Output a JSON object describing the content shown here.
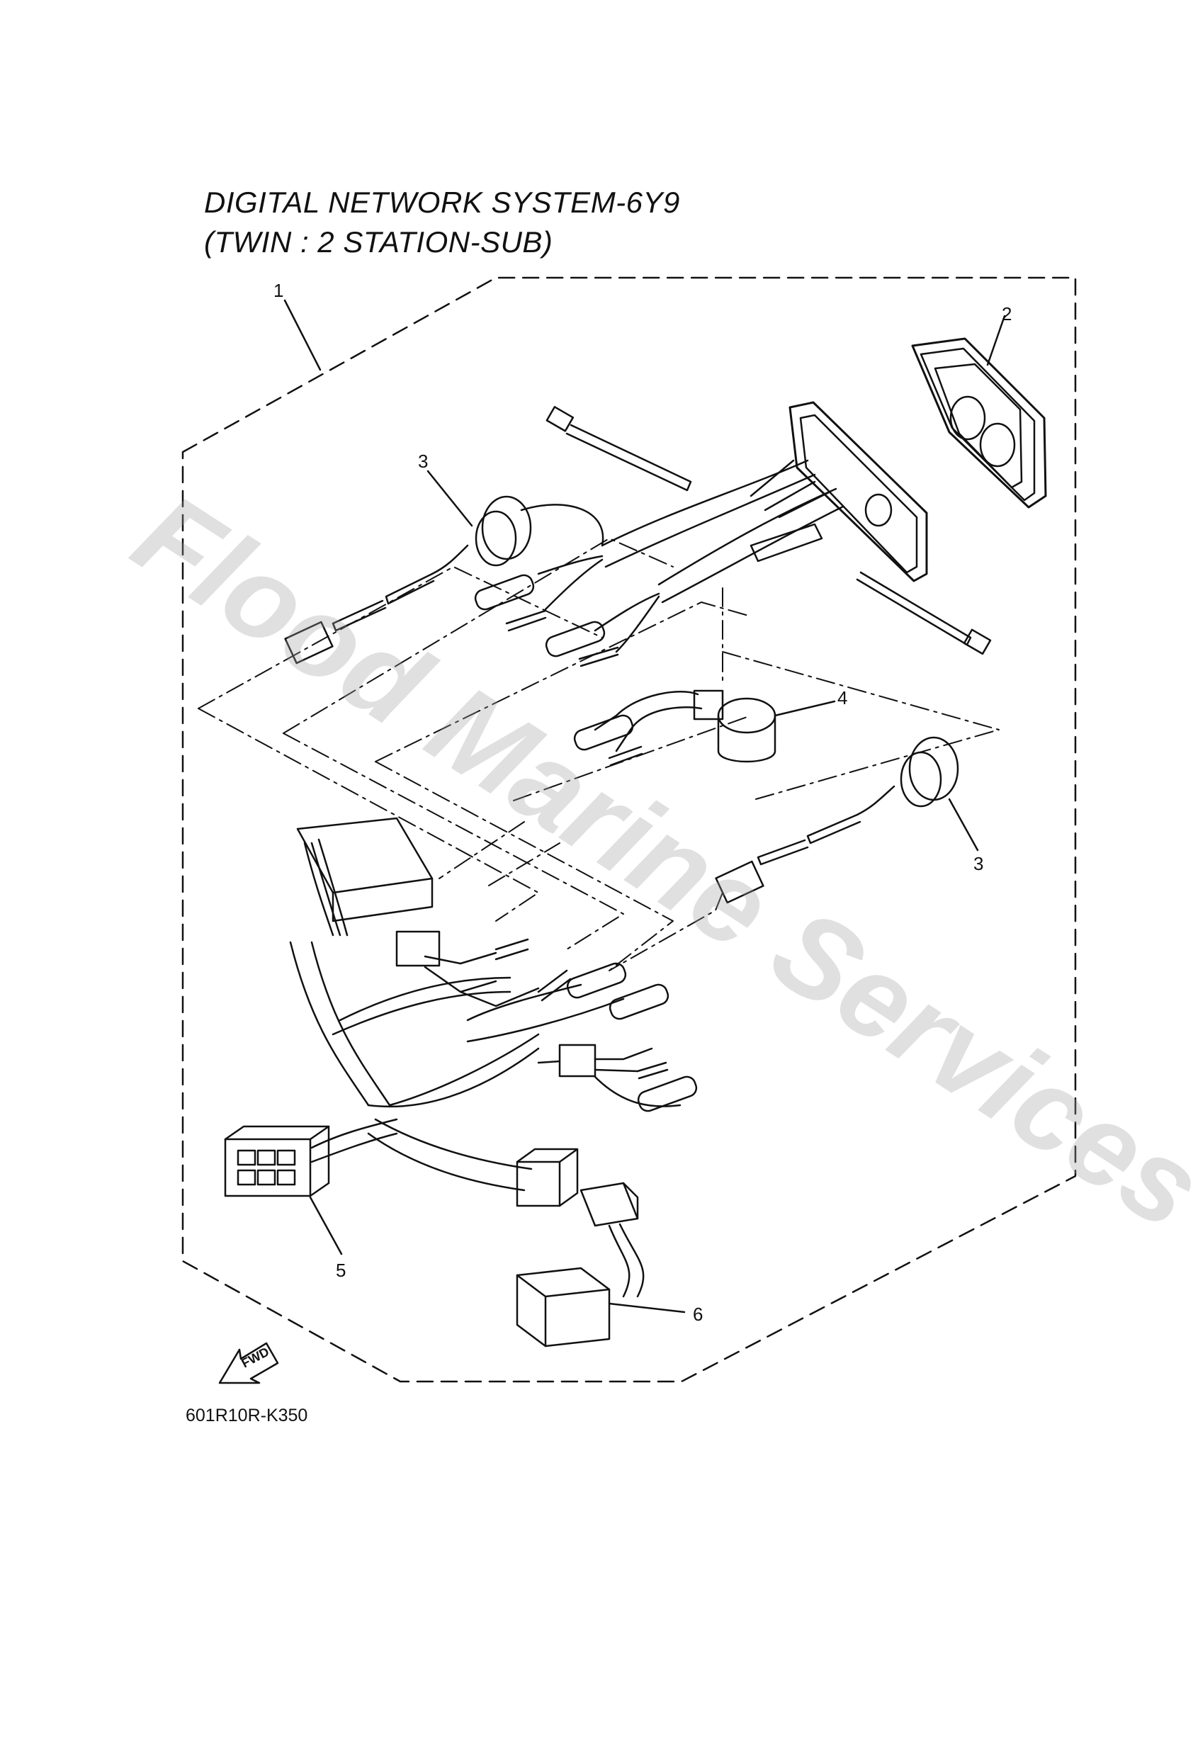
{
  "title_line1": "DIGITAL NETWORK SYSTEM-6Y9",
  "title_line2": "(TWIN : 2 STATION-SUB)",
  "callouts": {
    "c1": "1",
    "c2": "2",
    "c3a": "3",
    "c3b": "3",
    "c4": "4",
    "c5": "5",
    "c6": "6"
  },
  "fwd_label": "FWD",
  "drawing_code": "601R10R-K350",
  "watermark": "Flood Marine Services"
}
